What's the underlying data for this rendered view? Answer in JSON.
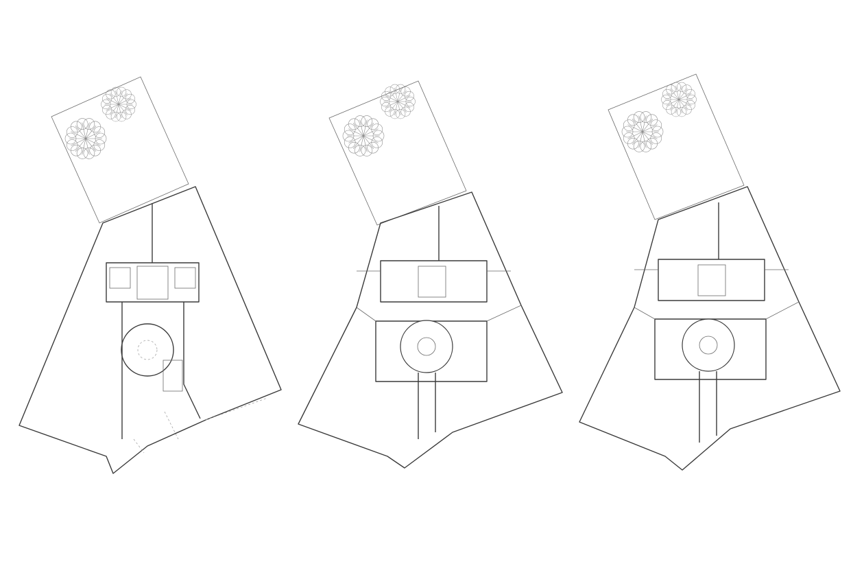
{
  "drawing": {
    "plans": [
      {
        "id": "plan-1",
        "variant": "single-stair"
      },
      {
        "id": "plan-2",
        "variant": "split-with-kitchens"
      },
      {
        "id": "plan-3",
        "variant": "split-with-kitchens"
      }
    ],
    "colors": {
      "background": "#ffffff",
      "line": "#3a3a3a",
      "hairline": "#8a8a8a"
    }
  }
}
